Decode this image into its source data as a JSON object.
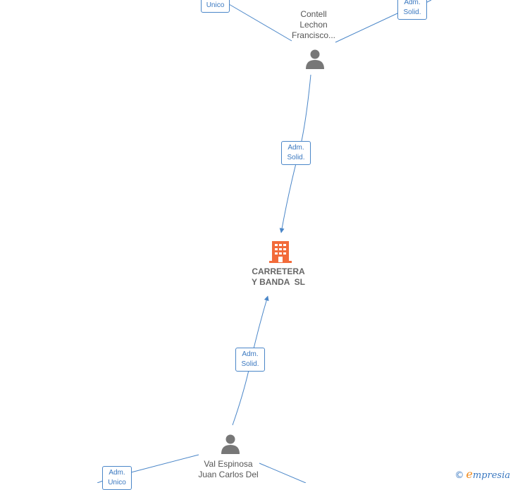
{
  "colors": {
    "edge": "#4a86c8",
    "person_icon": "#777777",
    "company_icon": "#f26b3a"
  },
  "nodes": {
    "person_top": {
      "name_line1": "Contell",
      "name_line2": "Lechon",
      "name_line3": "Francisco..."
    },
    "company": {
      "name_line1": "CARRETERA",
      "name_line2": "Y BANDA  SL"
    },
    "person_bottom": {
      "name_line1": "Val Espinosa",
      "name_line2": "Juan Carlos Del"
    }
  },
  "edges": {
    "top_left": {
      "line1": "Unico"
    },
    "top_right": {
      "line1": "Adm.",
      "line2": "Solid."
    },
    "top_to_company": {
      "line1": "Adm.",
      "line2": "Solid."
    },
    "bottom_to_company": {
      "line1": "Adm.",
      "line2": "Solid."
    },
    "bottom_left": {
      "line1": "Adm.",
      "line2": "Unico"
    }
  },
  "footer": {
    "copyright": "©",
    "brand_initial": "e",
    "brand_rest": "mpresia"
  }
}
